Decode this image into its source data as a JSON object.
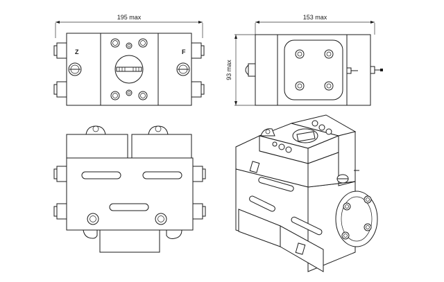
{
  "dimensions": {
    "width_label": "195 max",
    "depth_label": "153 max",
    "height_label": "93 max"
  },
  "labels": {
    "left_marker": "Z",
    "right_marker": "F"
  },
  "colors": {
    "line": "#1a1a1a",
    "body_fill": "#f4f4f4",
    "background": "#ffffff"
  }
}
